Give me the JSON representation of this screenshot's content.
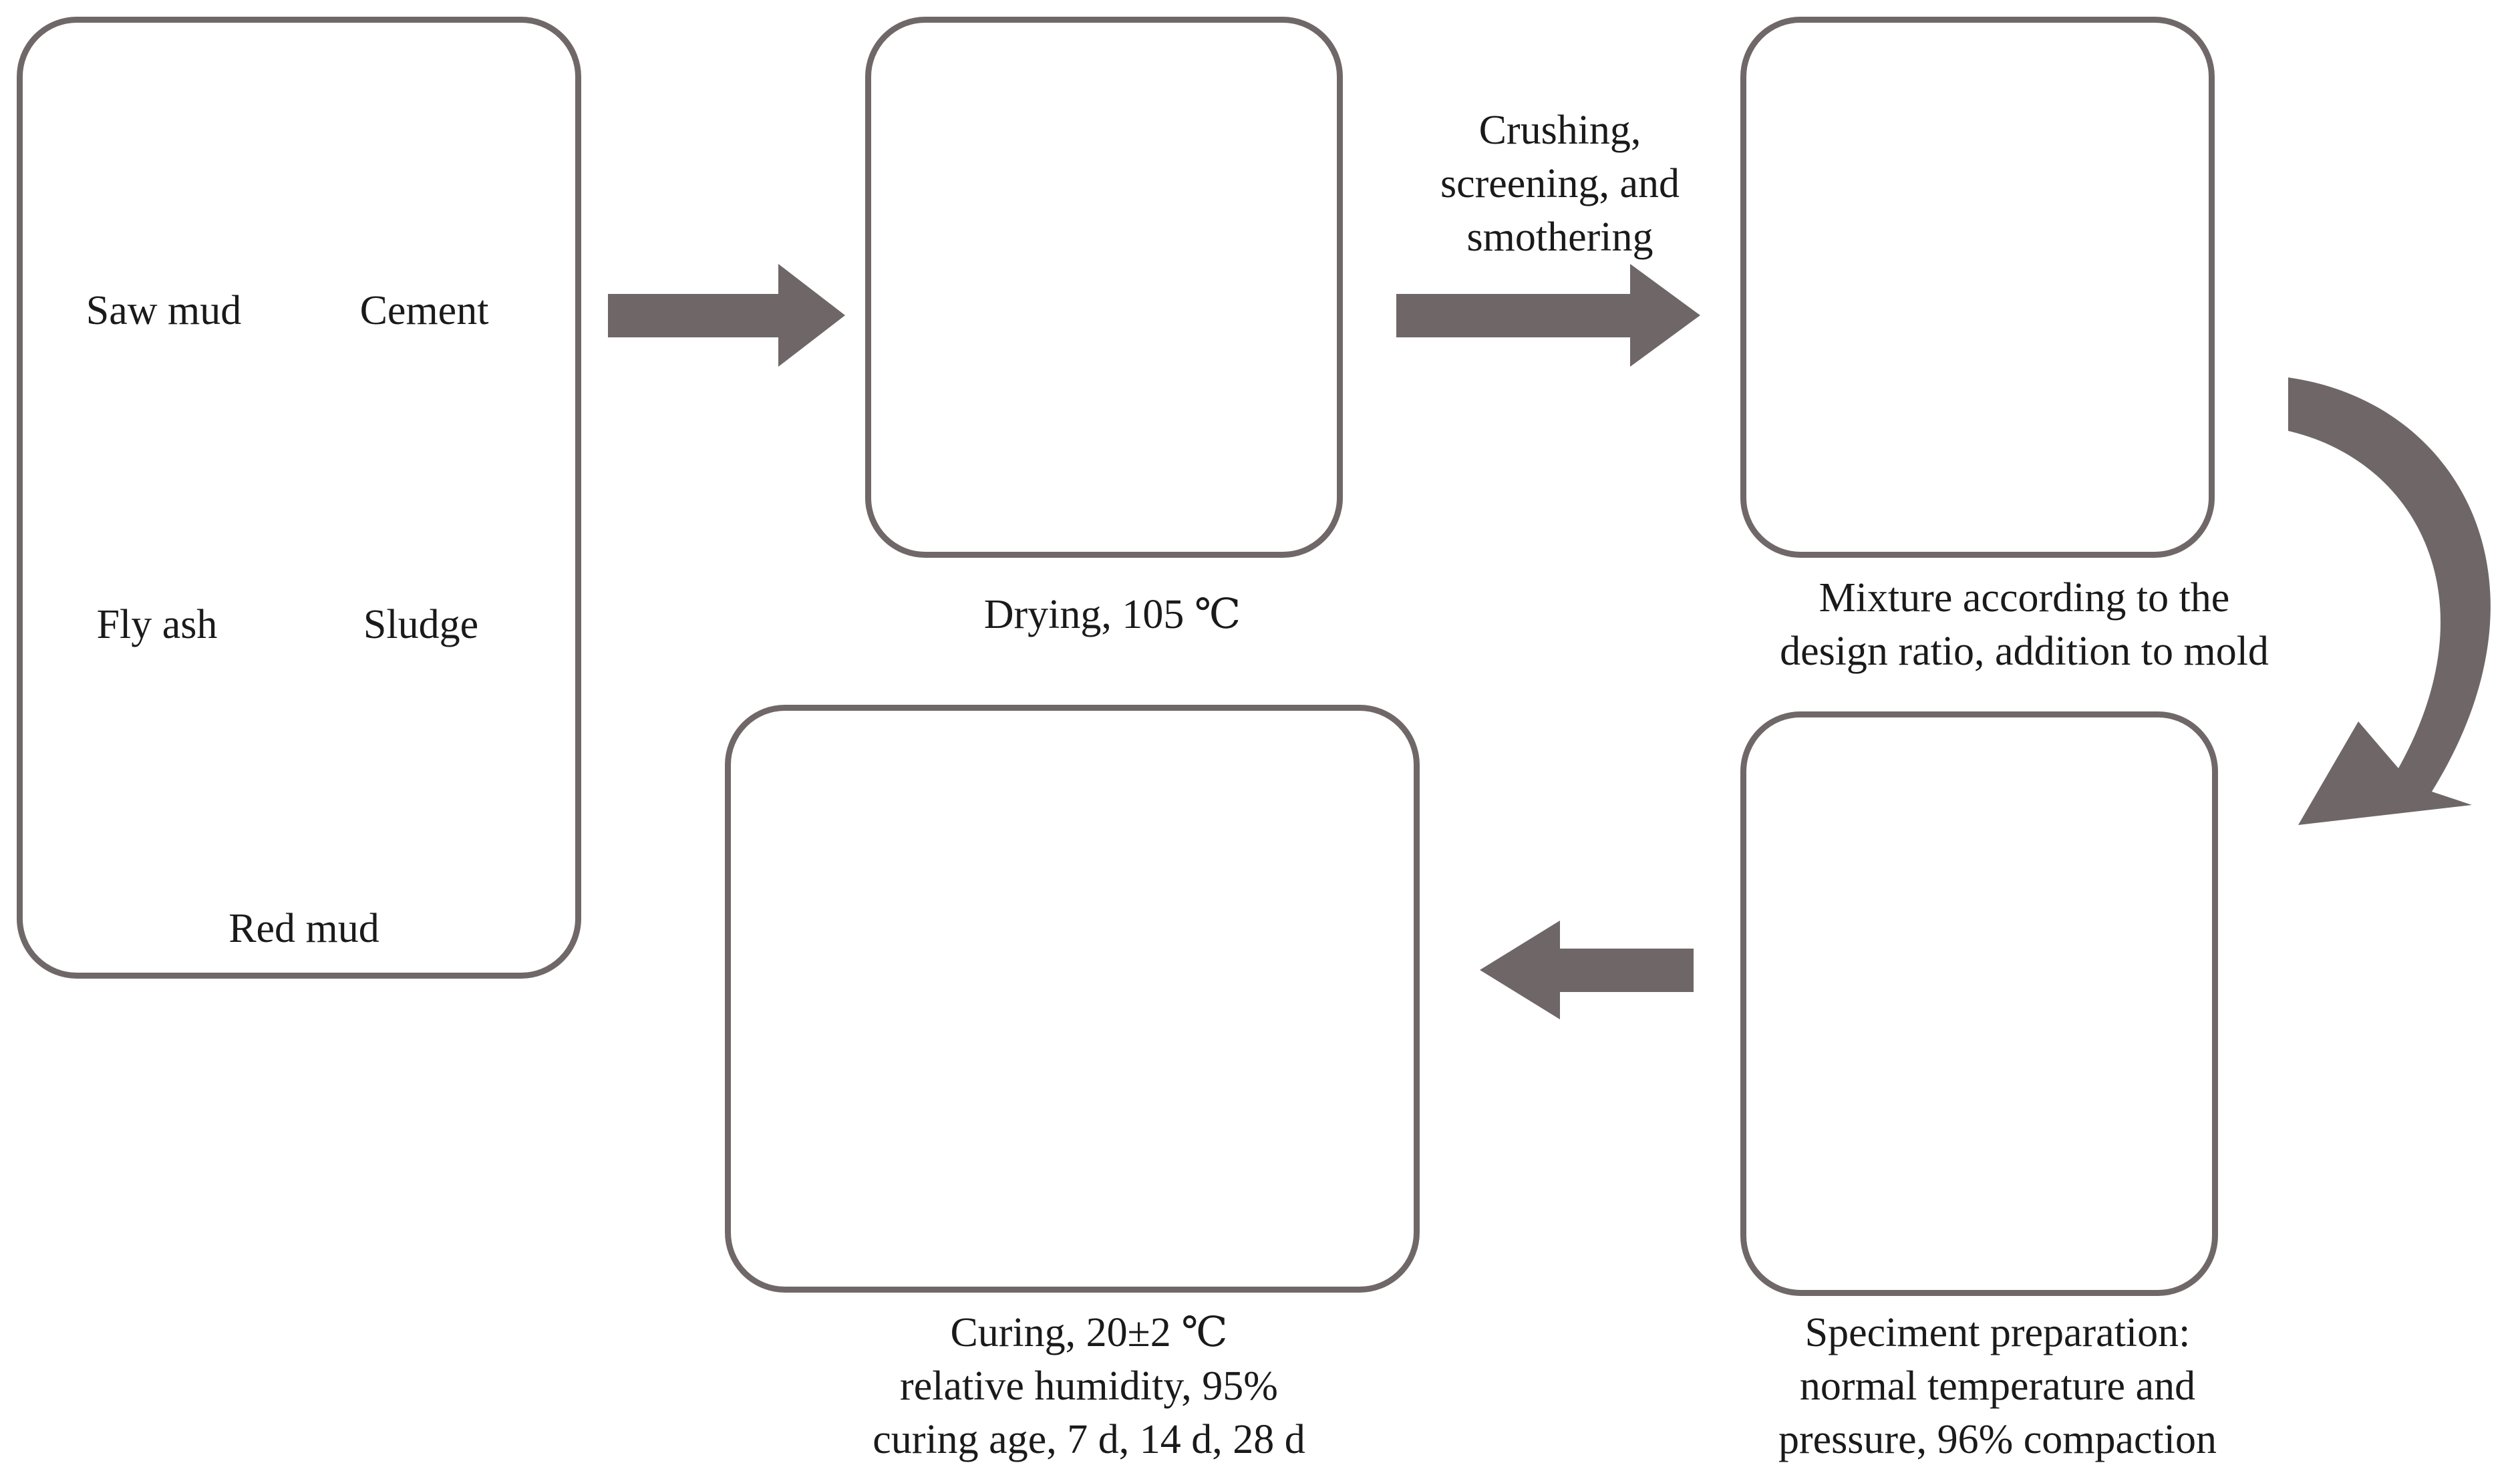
{
  "materials": {
    "saw_mud": "Saw mud",
    "cement": "Cement",
    "fly_ash": "Fly ash",
    "sludge": "Sludge",
    "red_mud": "Red mud"
  },
  "steps": {
    "drying": "Drying, 105 ℃",
    "crushing": [
      "Crushing,",
      "screening, and",
      "smothering"
    ],
    "mixture": [
      "Mixture according to the",
      "design ratio, addition to mold"
    ],
    "specimen": [
      "Speciment preparation:",
      "normal temperature and",
      "pressure, 96% compaction"
    ],
    "curing": [
      "Curing, 20±2 ℃",
      "relative humidity, 95%",
      "curing age, 7 d, 14 d, 28 d"
    ]
  },
  "colors": {
    "border": "#706868",
    "arrow": "#6f6767",
    "cabinet_teal": "#1f8e8e",
    "red_mud": "#b5441c"
  }
}
